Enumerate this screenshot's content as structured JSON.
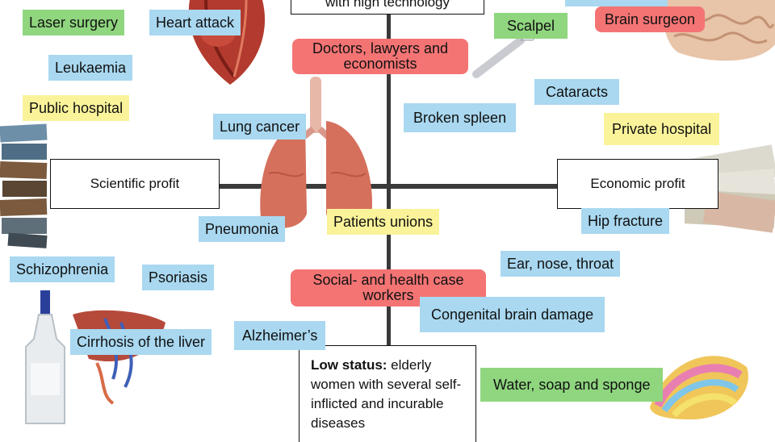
{
  "top_status_partial": "with high technology",
  "low_status": {
    "bold": "Low status:",
    "rest": " elderly women with several self-inflicted and incurable diseases"
  },
  "axes": {
    "left": "Scientific profit",
    "right": "Economic profit"
  },
  "groups": {
    "top": "Doctors, lawyers and economists",
    "middle": "Patients unions",
    "bottom": "Social- and health case workers"
  },
  "labels": {
    "laser_surgery": "Laser surgery",
    "heart_attack": "Heart attack",
    "leukaemia": "Leukaemia",
    "public_hospital": "Public hospital",
    "lung_cancer": "Lung cancer",
    "scalpel": "Scalpel",
    "brain_surgeon": "Brain surgeon",
    "cataracts": "Cataracts",
    "broken_spleen": "Broken spleen",
    "private_hospital": "Private hospital",
    "hip_fracture": "Hip fracture",
    "pneumonia": "Pneumonia",
    "ear_nose_throat": "Ear, nose, throat",
    "schizophrenia": "Schizophrenia",
    "psoriasis": "Psoriasis",
    "congenital_brain_damage": "Congenital brain damage",
    "cirrhosis": "Cirrhosis of the liver",
    "alzheimers": "Alzheimer’s",
    "water_soap_sponge": "Water, soap and sponge"
  },
  "colors": {
    "blue": "#a9d8f0",
    "green": "#8fd67f",
    "yellow": "#faf39a",
    "red": "#f47474"
  },
  "icons": [
    "heart-image",
    "brain-image",
    "scalpel-image",
    "lungs-image",
    "books-image",
    "money-image",
    "liver-bottle-image",
    "sponge-image"
  ]
}
